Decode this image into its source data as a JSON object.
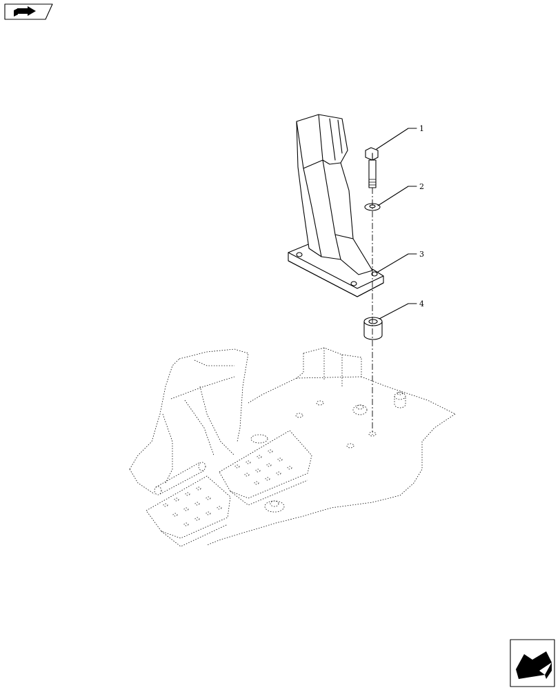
{
  "callouts": [
    {
      "number": "1",
      "part": "bolt"
    },
    {
      "number": "2",
      "part": "washer"
    },
    {
      "number": "3",
      "part": "pedal-bracket"
    },
    {
      "number": "4",
      "part": "spacer"
    }
  ],
  "icons": {
    "top_left": "forward-arrow-icon",
    "bottom_right": "back-arrow-icon"
  },
  "colors": {
    "line": "#000000",
    "background": "#ffffff"
  }
}
